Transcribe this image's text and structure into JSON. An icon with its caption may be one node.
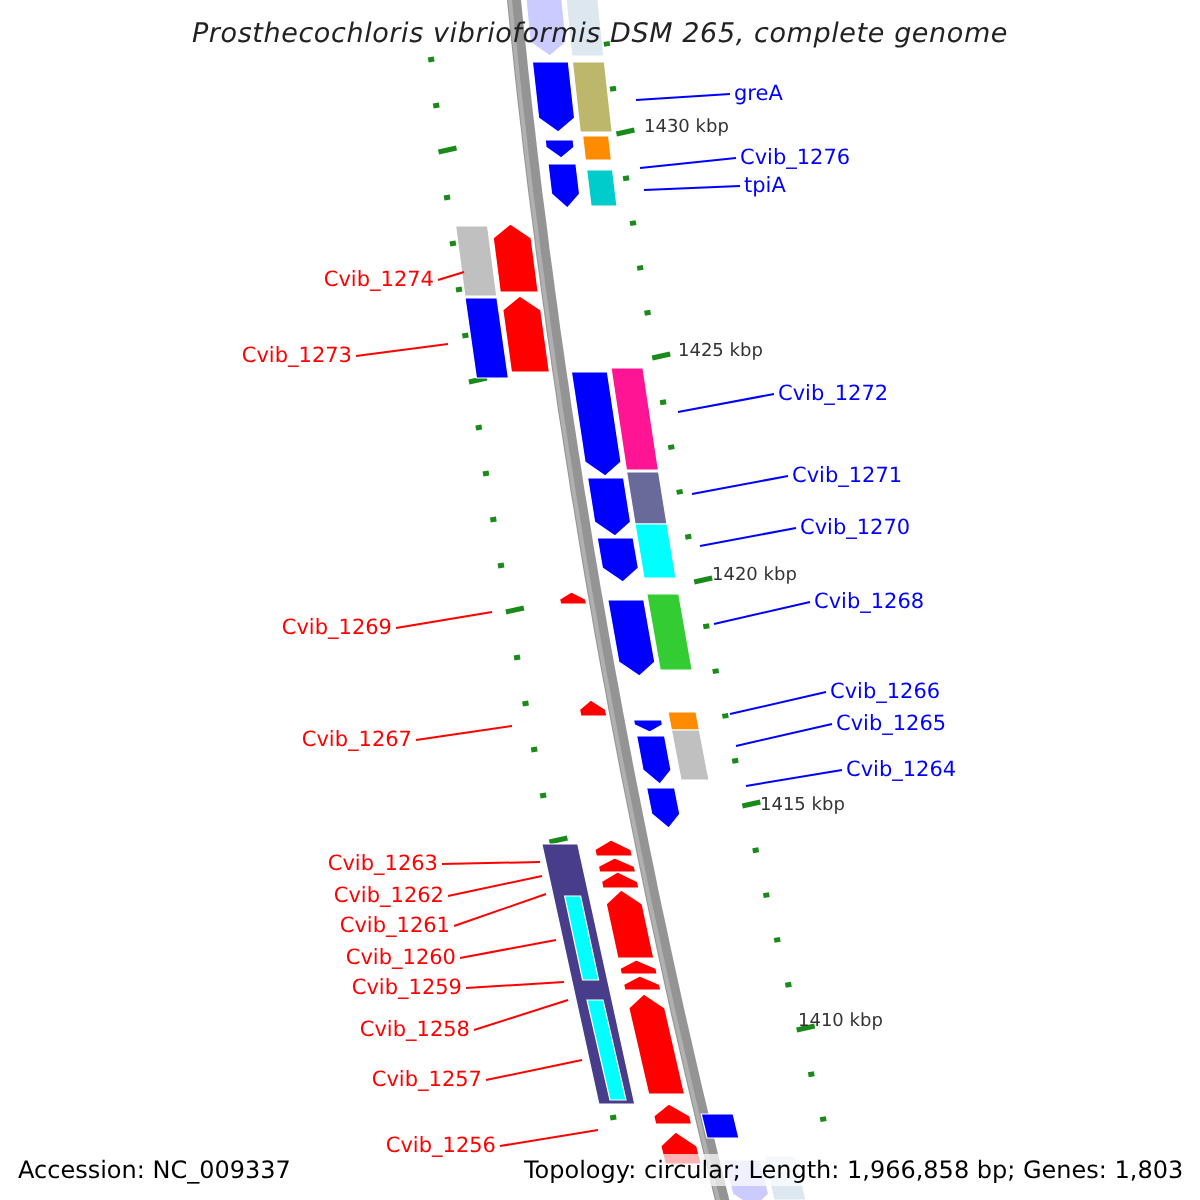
{
  "diagram": {
    "title": "Prosthecochloris vibrioformis DSM 265, complete genome",
    "nodes": [
      {
        "text": [
          "greA"
        ]
      },
      {
        "text": [
          "Cvib_1276"
        ]
      },
      {
        "text": [
          "tpiA"
        ]
      },
      {
        "text": [
          "Cvib_1274"
        ]
      },
      {
        "text": [
          "Cvib_1273"
        ]
      },
      {
        "text": [
          "Cvib_1272"
        ]
      },
      {
        "text": [
          "Cvib_1271"
        ]
      },
      {
        "text": [
          "Cvib_1270"
        ]
      },
      {
        "text": [
          "Cvib_1268"
        ]
      },
      {
        "text": [
          "Cvib_1269"
        ]
      },
      {
        "text": [
          "Cvib_1266"
        ]
      },
      {
        "text": [
          "Cvib_1265"
        ]
      },
      {
        "text": [
          "Cvib_1267"
        ]
      },
      {
        "text": [
          "Cvib_1264"
        ]
      },
      {
        "text": [
          "Cvib_1263"
        ]
      },
      {
        "text": [
          "Cvib_1262"
        ]
      },
      {
        "text": [
          "Cvib_1261"
        ]
      },
      {
        "text": [
          "Cvib_1260"
        ]
      },
      {
        "text": [
          "Cvib_1259"
        ]
      },
      {
        "text": [
          "Cvib_1258"
        ]
      },
      {
        "text": [
          "Cvib_1257"
        ]
      },
      {
        "text": [
          "Cvib_1256"
        ]
      }
    ],
    "edges": [
      {
        "from": 0,
        "to": null,
        "arrow": "none",
        "color": "#0000ff"
      },
      {
        "from": 1,
        "to": null,
        "arrow": "none",
        "color": "#0000ff"
      },
      {
        "from": 2,
        "to": null,
        "arrow": "none",
        "color": "#0000ff"
      },
      {
        "from": 3,
        "to": null,
        "arrow": "none"
      },
      {
        "from": 4,
        "to": null,
        "arrow": "none"
      },
      {
        "from": 5,
        "to": null,
        "arrow": "none",
        "color": "#0000ff"
      },
      {
        "from": 6,
        "to": null,
        "arrow": "none",
        "color": "#0000ff"
      },
      {
        "from": 7,
        "to": null,
        "arrow": "none",
        "color": "#0000ff"
      },
      {
        "from": 8,
        "to": null,
        "arrow": "none",
        "color": "#0000ff"
      },
      {
        "from": 9,
        "to": null,
        "arrow": "none"
      },
      {
        "from": 10,
        "to": null,
        "arrow": "none",
        "color": "#0000ff"
      },
      {
        "from": 11,
        "to": null,
        "arrow": "none",
        "color": "#0000ff"
      },
      {
        "from": 12,
        "to": null,
        "arrow": "none"
      },
      {
        "from": 13,
        "to": null,
        "arrow": "none",
        "color": "#0000ff"
      },
      {
        "from": 14,
        "to": null,
        "arrow": "none"
      },
      {
        "from": 15,
        "to": null,
        "arrow": "none"
      },
      {
        "from": 16,
        "to": null,
        "arrow": "none"
      },
      {
        "from": 17,
        "to": null,
        "arrow": "none"
      },
      {
        "from": 18,
        "to": null,
        "arrow": "none"
      },
      {
        "from": 19,
        "to": null,
        "arrow": "none"
      },
      {
        "from": 20,
        "to": null,
        "arrow": "none"
      },
      {
        "from": 21,
        "to": null,
        "arrow": "none"
      }
    ],
    "labels": [
      "1430 kbp",
      "1425 kbp",
      "1420 kbp",
      "1415 kbp",
      "1410 kbp",
      "Accession: NC_009337",
      "Topology: circular; Length: 1,966,858 bp; Genes: 1,803"
    ]
  }
}
